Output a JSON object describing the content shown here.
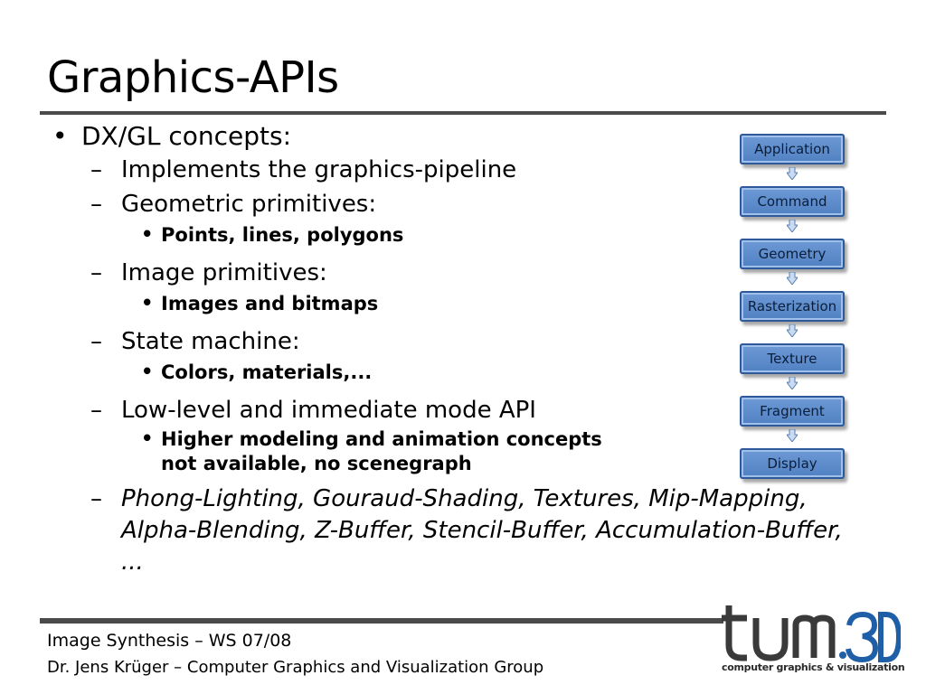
{
  "slide": {
    "title": "Graphics-APIs"
  },
  "content": {
    "heading": "DX/GL concepts:",
    "items": [
      {
        "text": "Implements the graphics-pipeline"
      },
      {
        "text": "Geometric primitives:",
        "sub": "Points, lines, polygons"
      },
      {
        "text": "Image primitives:",
        "sub": "Images and bitmaps"
      },
      {
        "text": "State machine:",
        "sub": "Colors, materials,..."
      },
      {
        "text": "Low-level and immediate mode API",
        "sub_line1": "Higher modeling and animation concepts",
        "sub_line2": "not available, no scenegraph"
      },
      {
        "text": "Phong-Lighting, Gouraud-Shading, Textures, Mip-Mapping, Alpha-Blending, Z-Buffer, Stencil-Buffer, Accumulation-Buffer, ..."
      }
    ]
  },
  "pipeline": {
    "stages": [
      "Application",
      "Command",
      "Geometry",
      "Rasterization",
      "Texture",
      "Fragment",
      "Display"
    ],
    "stage_color": "#5a8ace",
    "arrow_color": "#7fa6dc"
  },
  "footer": {
    "line1": "Image Synthesis – WS 07/08",
    "line2": "Dr. Jens Krüger – Computer Graphics and Visualization Group"
  },
  "logo": {
    "wordmark": "tum.3D",
    "caption": "computer graphics & visualization",
    "accent": "#1f5fa8"
  }
}
